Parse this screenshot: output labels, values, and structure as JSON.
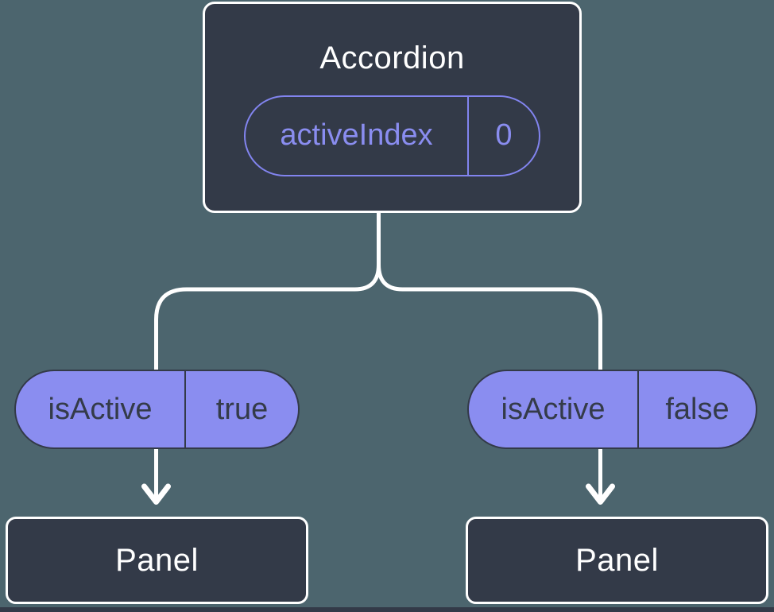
{
  "colors": {
    "background": "#4c656e",
    "node_dark": "#333a48",
    "pill_fill": "#8a8df0",
    "accent_purple": "#8284ef",
    "connector_white": "#ffffff"
  },
  "accordion": {
    "title": "Accordion",
    "prop_name": "activeIndex",
    "prop_value": "0"
  },
  "pills": [
    {
      "name": "isActive",
      "value": "true"
    },
    {
      "name": "isActive",
      "value": "false"
    }
  ],
  "panels": [
    {
      "label": "Panel"
    },
    {
      "label": "Panel"
    }
  ]
}
